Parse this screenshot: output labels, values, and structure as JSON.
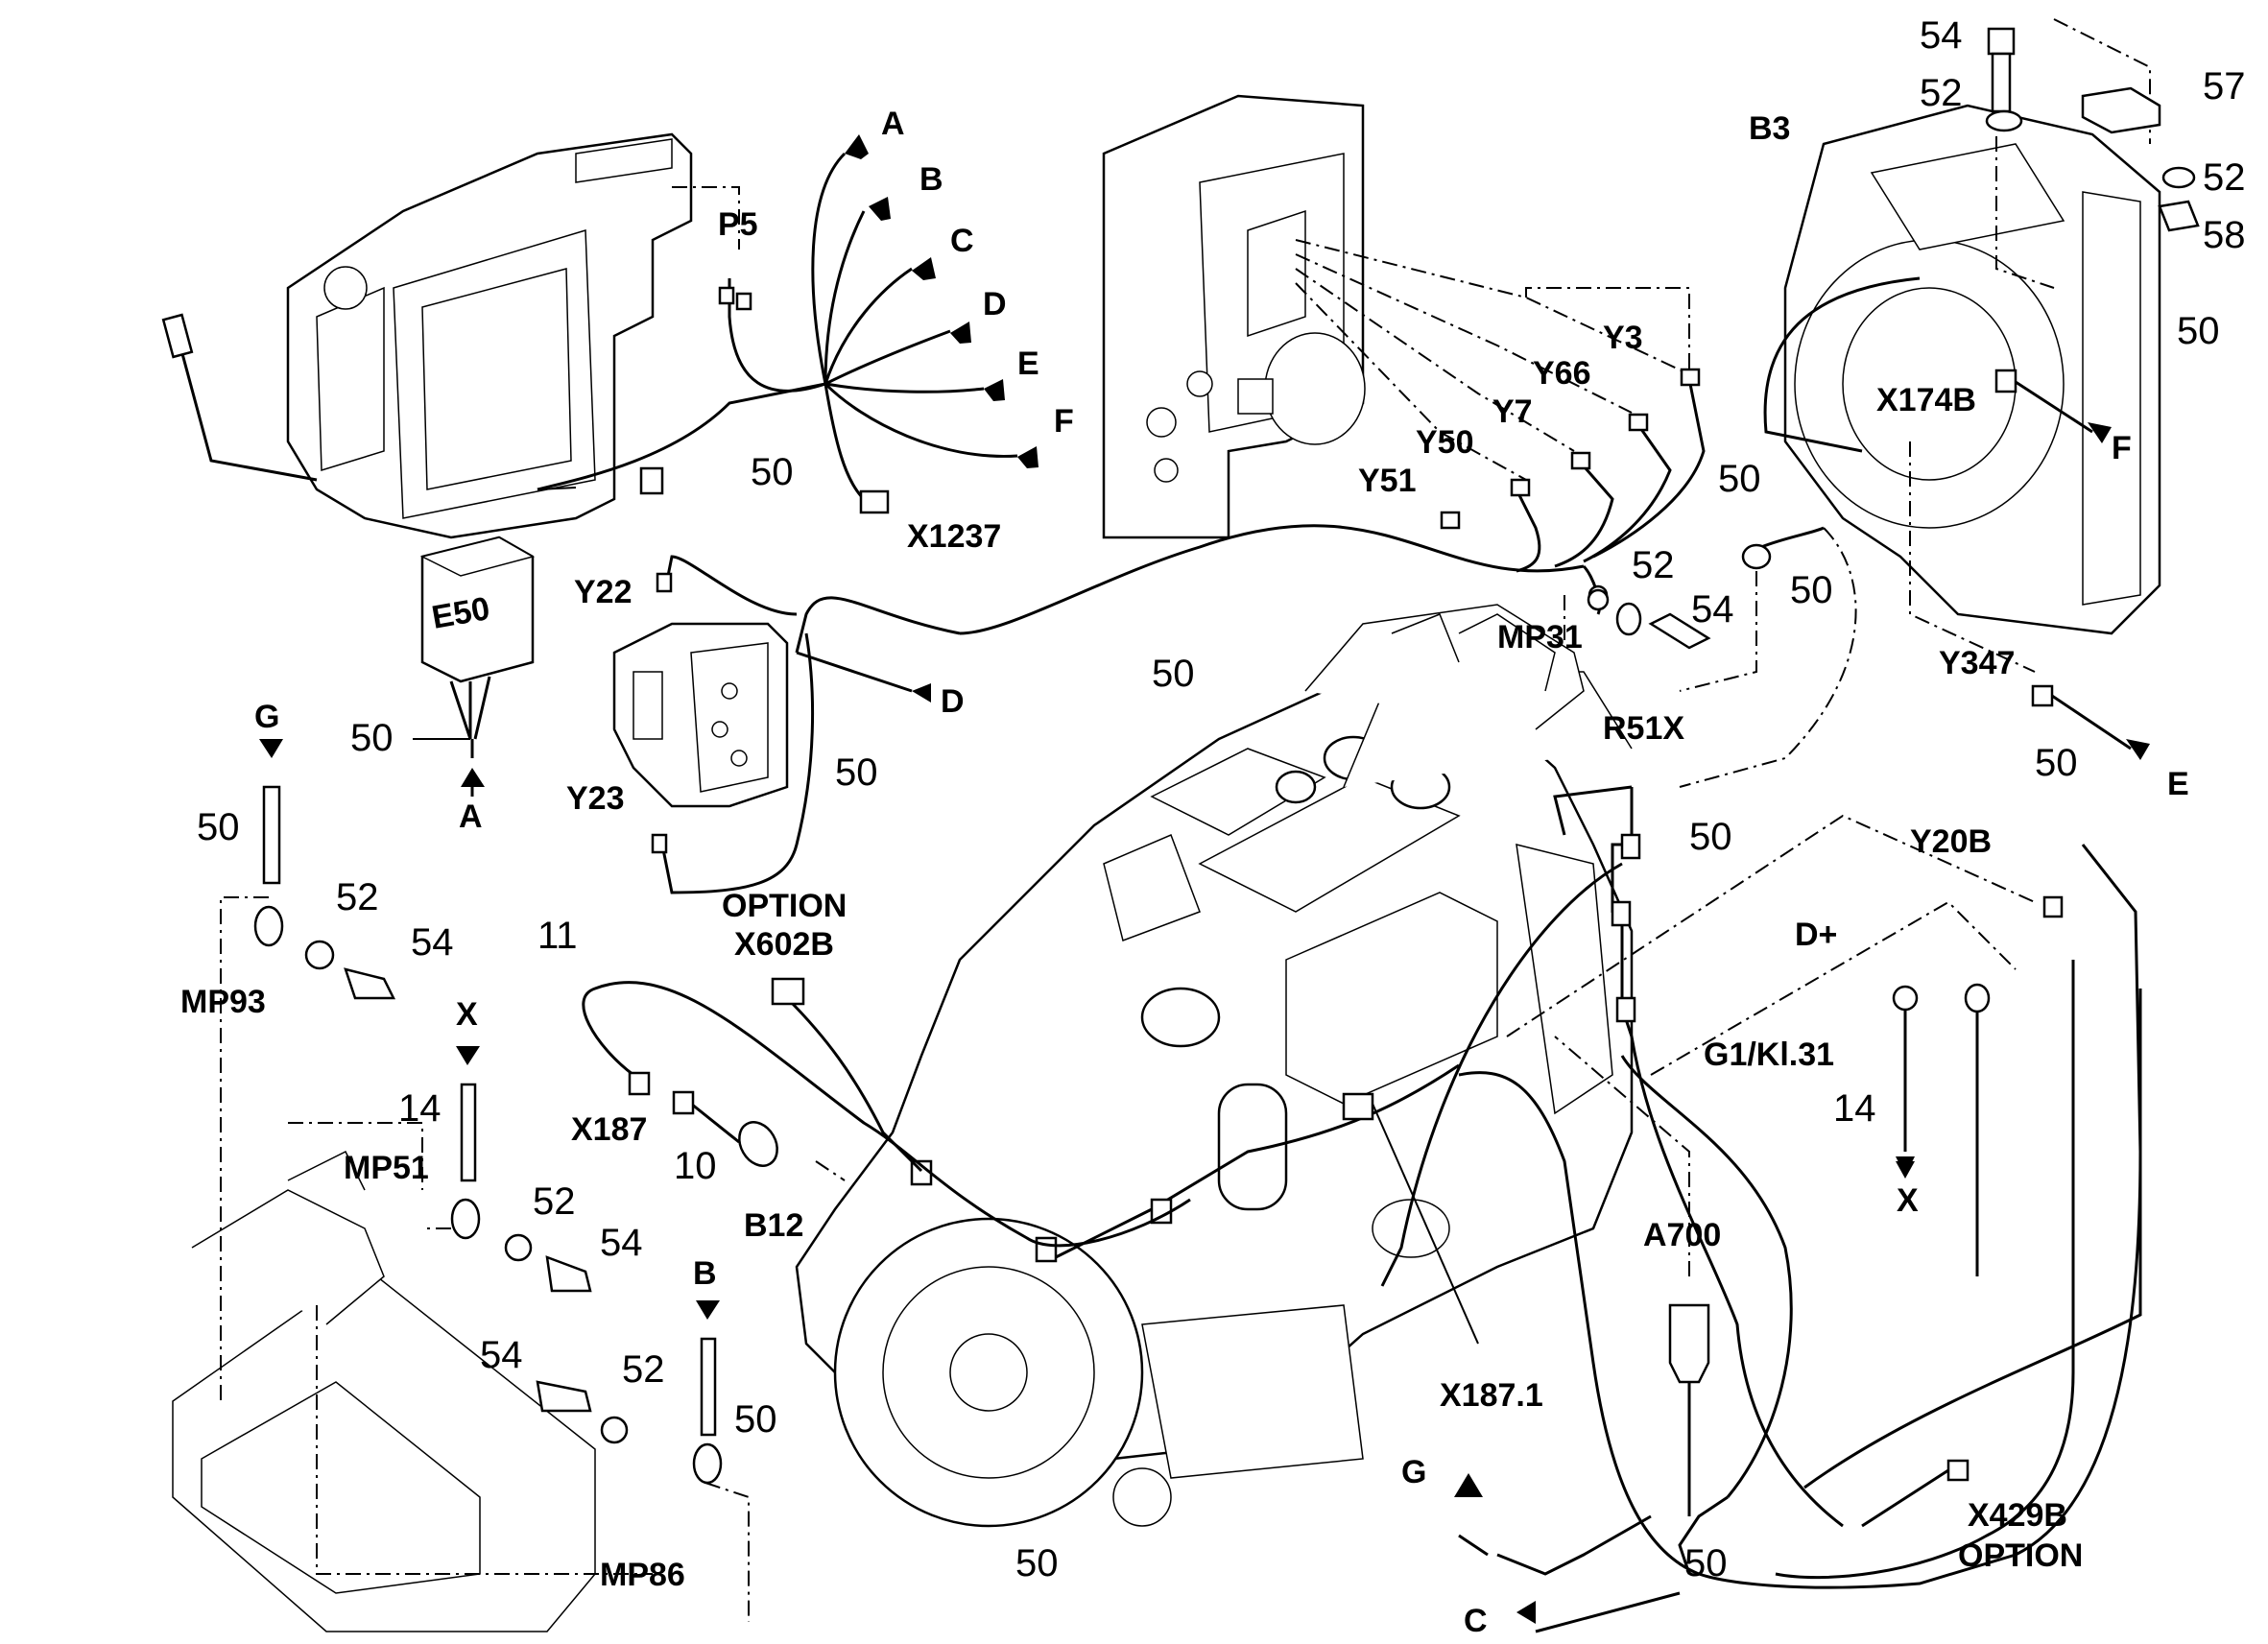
{
  "labels": {
    "p5": "P5",
    "a": "A",
    "b": "B",
    "c": "C",
    "d": "D",
    "e": "E",
    "f": "F",
    "g": "G",
    "x": "X",
    "x1237": "X1237",
    "e50": "E50",
    "y22": "Y22",
    "y23": "Y23",
    "y3": "Y3",
    "y66": "Y66",
    "y7": "Y7",
    "y50": "Y50",
    "y51": "Y51",
    "mp31": "MP31",
    "r51x": "R51X",
    "b3": "B3",
    "x174b": "X174B",
    "y347": "Y347",
    "y20b": "Y20B",
    "d_plus": "D+",
    "g1_kl31": "G1/Kl.31",
    "a700": "A700",
    "x187_1": "X187.1",
    "x429b": "X429B",
    "option_x429b": "OPTION",
    "option_x602b": "OPTION",
    "x602b": "X602B",
    "x187": "X187",
    "b12": "B12",
    "mp93": "MP93",
    "mp51": "MP51",
    "mp86": "MP86"
  },
  "part_numbers": {
    "n50": "50",
    "n52": "52",
    "n54": "54",
    "n57": "57",
    "n58": "58",
    "n11": "11",
    "n10": "10",
    "n14": "14"
  }
}
